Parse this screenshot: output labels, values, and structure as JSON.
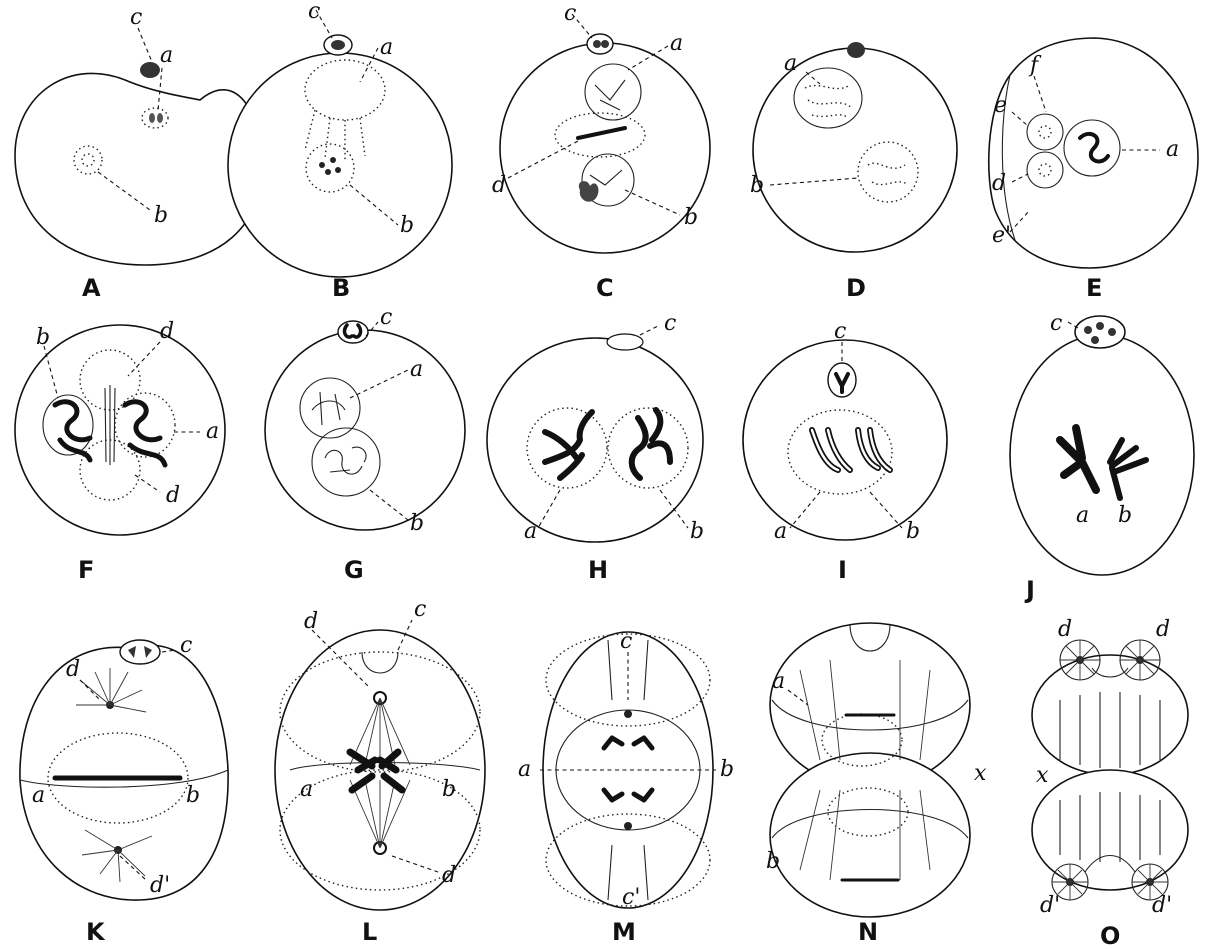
{
  "figures": [
    {
      "id": "A",
      "caption": "A",
      "labels": [
        "c",
        "a",
        "b"
      ]
    },
    {
      "id": "B",
      "caption": "B",
      "labels": [
        "c",
        "a",
        "b"
      ]
    },
    {
      "id": "C",
      "caption": "C",
      "labels": [
        "c",
        "a",
        "d",
        "b"
      ]
    },
    {
      "id": "D",
      "caption": "D",
      "labels": [
        "a",
        "b"
      ]
    },
    {
      "id": "E",
      "caption": "E",
      "labels": [
        "f",
        "e",
        "d",
        "e'",
        "a"
      ]
    },
    {
      "id": "F",
      "caption": "F",
      "labels": [
        "b",
        "d",
        "a",
        "d"
      ]
    },
    {
      "id": "G",
      "caption": "G",
      "labels": [
        "c",
        "a",
        "b"
      ]
    },
    {
      "id": "H",
      "caption": "H",
      "labels": [
        "c",
        "a",
        "b"
      ]
    },
    {
      "id": "I",
      "caption": "I",
      "labels": [
        "c",
        "a",
        "b"
      ]
    },
    {
      "id": "J",
      "caption": "J",
      "labels": [
        "c",
        "a",
        "b"
      ]
    },
    {
      "id": "K",
      "caption": "K",
      "labels": [
        "d",
        "c",
        "a",
        "b",
        "d'"
      ]
    },
    {
      "id": "L",
      "caption": "L",
      "labels": [
        "d",
        "c",
        "a",
        "b",
        "d"
      ]
    },
    {
      "id": "M",
      "caption": "M",
      "labels": [
        "c",
        "a",
        "b",
        "c'"
      ]
    },
    {
      "id": "N",
      "caption": "N",
      "labels": [
        "a",
        "x",
        "b"
      ]
    },
    {
      "id": "O",
      "caption": "O",
      "labels": [
        "d",
        "d",
        "x",
        "d'",
        "d'"
      ]
    }
  ]
}
